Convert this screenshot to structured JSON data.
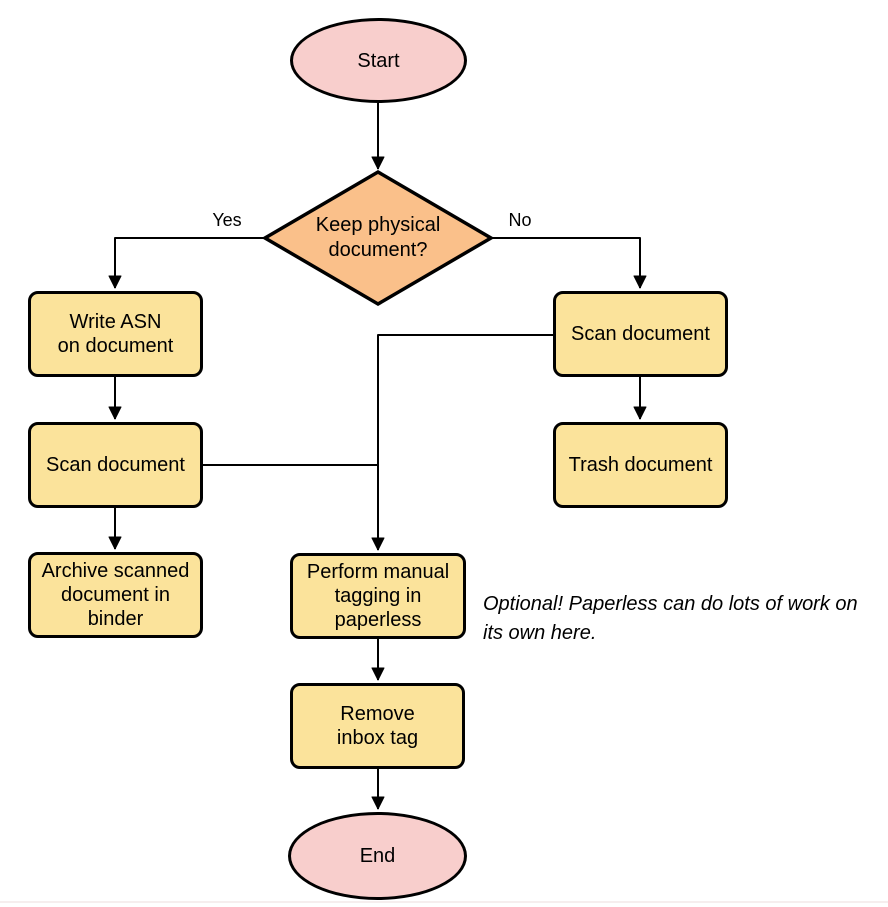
{
  "diagram": {
    "colors": {
      "terminal_fill": "#F8CECC",
      "decision_fill": "#FAC08A",
      "process_fill": "#FBE39B",
      "stroke": "#000000",
      "text": "#000000",
      "background": "#ffffff"
    },
    "nodes": {
      "start": {
        "label": "Start",
        "type": "terminal"
      },
      "decision": {
        "lines": [
          "Keep physical",
          "document?"
        ],
        "type": "decision"
      },
      "write_asn": {
        "lines": [
          "Write ASN",
          "on document"
        ],
        "type": "process"
      },
      "scan_left": {
        "label": "Scan document",
        "type": "process"
      },
      "archive": {
        "lines": [
          "Archive scanned",
          "document in",
          "binder"
        ],
        "type": "process"
      },
      "scan_right": {
        "label": "Scan document",
        "type": "process"
      },
      "trash": {
        "label": "Trash document",
        "type": "process"
      },
      "tagging": {
        "lines": [
          "Perform manual",
          "tagging in",
          "paperless"
        ],
        "type": "process"
      },
      "remove_inbox": {
        "lines": [
          "Remove",
          "inbox tag"
        ],
        "type": "process"
      },
      "end": {
        "label": "End",
        "type": "terminal"
      }
    },
    "edge_labels": {
      "yes": "Yes",
      "no": "No"
    },
    "note": {
      "lines": [
        "Optional! Paperless can do lots of work on",
        "its own here."
      ]
    }
  }
}
